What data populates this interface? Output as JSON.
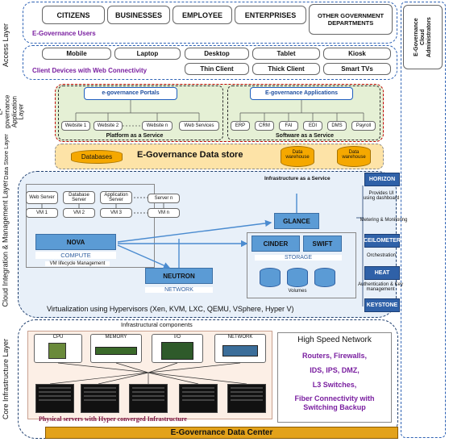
{
  "layers": {
    "access": "Access Layer",
    "application": "E-governance Application Layer",
    "datastore": "Data Store Layer",
    "cloud": "Cloud Integration & Management Layer",
    "core": "Core Infrastructure Layer"
  },
  "users": {
    "boxes": [
      "CITIZENS",
      "BUSINESSES",
      "EMPLOYEE",
      "ENTERPRISES",
      "OTHER GOVERNMENT DEPARTMENTS"
    ],
    "label": "E-Governance Users"
  },
  "devices": {
    "row1": [
      "Mobile",
      "Laptop",
      "Desktop",
      "Tablet",
      "Kiosk"
    ],
    "row2": [
      "Thin Client",
      "Thick Client",
      "Smart TVs"
    ],
    "label": "Client Devices with Web Connectivity"
  },
  "admins": "E-Governance Cloud Administrators",
  "portals": {
    "title": "e-governance Portals",
    "items": [
      "Website 1",
      "Website 2",
      "Website n",
      "Web Services"
    ],
    "caption": "Platform as a Service"
  },
  "apps": {
    "title": "E-governance Applications",
    "items": [
      "ERP",
      "CRM",
      "FAI",
      "EDI",
      "DMS",
      "Payroll"
    ],
    "caption": "Software as a Service"
  },
  "datastore": {
    "databases": "Databases",
    "title": "E-Governance Data store",
    "warehouse1": "Data warehouse",
    "warehouse2": "Data warehouse"
  },
  "iaas": {
    "label": "Infrastructure as a Service",
    "servers": [
      "Web Server",
      "Database Server",
      "Application Server",
      "Server n"
    ],
    "vms": [
      "VM 1",
      "VM 2",
      "VM 3",
      "VM n"
    ],
    "nova": "NOVA",
    "compute": "COMPUTE",
    "vm_lifecycle": "VM lifecycle Management",
    "neutron": "NEUTRON",
    "network": "NETWORK",
    "glance": "GLANCE",
    "cinder": "CINDER",
    "swift": "SWIFT",
    "storage": "STORAGE",
    "volumes": "Volumes",
    "virtualization": "Virtualization using Hypervisors (Xen, KVM, LXC, QEMU, VSphere, Hyper V)"
  },
  "services": {
    "horizon": "HORIZON",
    "horizon_desc": "Provides UI using dashboard",
    "metering": "Metering & Monitoring",
    "ceilometer": "CEILOMETER",
    "orchestration": "Orchestration",
    "heat": "HEAT",
    "auth": "Authentication & Key management",
    "keystone": "KEYSTONE"
  },
  "core": {
    "components_title": "Infrastructural components",
    "components": [
      "CPU",
      "MEMORY",
      "I/O",
      "NETWORK"
    ],
    "network_title": "High Speed Network",
    "network_items": [
      "Routers, Firewalls,",
      "IDS, IPS, DMZ,",
      "L3 Switches,",
      "Fiber Connectivity with Switching Backup"
    ],
    "servers_caption": "Physical servers with Hyper converged Infrastructure",
    "datacenter": "E-Governance Data Center"
  }
}
